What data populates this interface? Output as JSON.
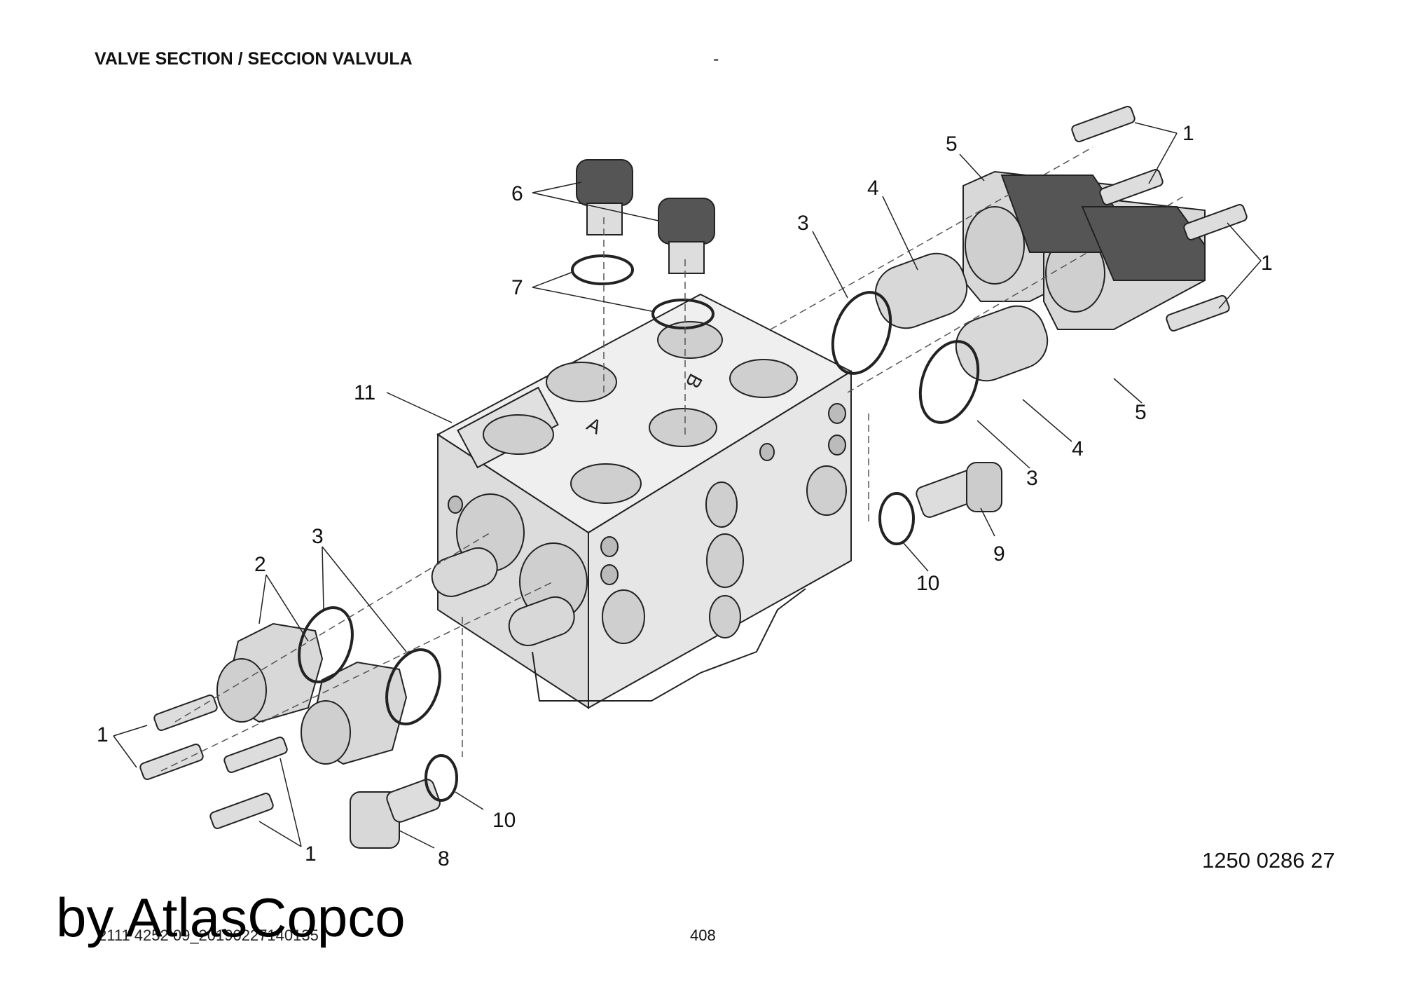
{
  "header": {
    "title": "VALVE SECTION / SECCION VALVULA",
    "dash": "-"
  },
  "drawing_number": "1250 0286 27",
  "footer": {
    "document_code": "2111 4252 09_20190227140135",
    "page_number": "408",
    "watermark": "by AtlasCopco"
  },
  "callouts": {
    "c1_top_right_a": "1",
    "c1_top_right_b": "1",
    "c1_bottom_left_a": "1",
    "c1_bottom_left_b": "1",
    "c2": "2",
    "c3_left": "3",
    "c3_upper": "3",
    "c3_right": "3",
    "c4_upper": "4",
    "c4_lower": "4",
    "c5_upper": "5",
    "c5_lower": "5",
    "c6": "6",
    "c7": "7",
    "c8": "8",
    "c9": "9",
    "c10_right": "10",
    "c10_bottom": "10",
    "c11": "11"
  },
  "port_labels": {
    "a": "A",
    "b": "B"
  },
  "colors": {
    "body_fill": "#e4e4e4",
    "dark_part": "#555555",
    "light_part": "#d9d9d9",
    "line": "#222222"
  }
}
